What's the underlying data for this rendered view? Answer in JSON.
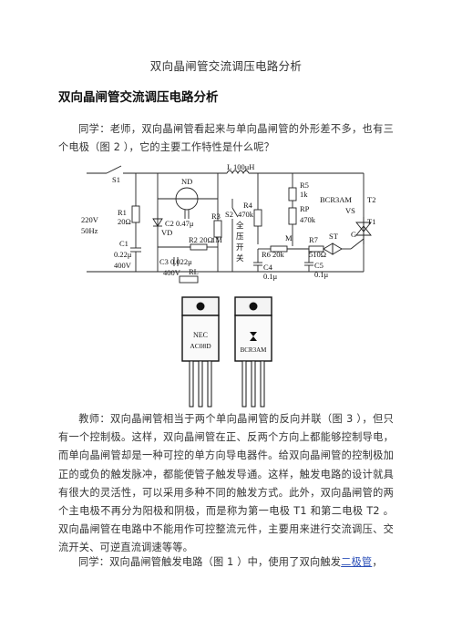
{
  "doc": {
    "title": "双向晶闸管交流调压电路分析",
    "heading": "双向晶闸管交流调压电路分析",
    "paragraph1": "同学：老师，双向晶闸管看起来与单向晶闸管的外形差不多，也有三个电极（图 2 ），它的主要工作特性是什么呢？",
    "paragraph2": "教师：双向晶闸管相当于两个单向晶闸管的反向并联（图 3 ），但只有一个控制极。这样，双向晶闸管在正、反两个方向上都能够控制导电，而单向晶闸管却是一种可控的单方向导电器件。给双向晶闸管的控制极加正的或负的触发脉冲，都能使管子触发导通。这样，触发电路的设计就具有很大的灵活性，可以采用多种不同的触发方式。此外，双向晶闸管的两个主电极不再分为阳极和阴极，而是称为第一电极 T1 和第二电极 T2 。双向晶闸管在电路中不能用作可控整流元件，主要用来进行交流调压、交流开关、可逆直流调速等等。",
    "paragraph3_before_link": "同学：双向晶闸管触发电路（图 1 ）中，使用了双向触发",
    "paragraph3_link": "二极管",
    "paragraph3_after_link": "，"
  },
  "circuit": {
    "labels": {
      "s1": "S1",
      "l": "L  100μH",
      "nd": "ND",
      "r1": "R1",
      "r1v": "20Ω",
      "v220": "220V",
      "hz": "50Hz",
      "c1": "C1",
      "c1v": "0.22μ",
      "c1v2": "400V",
      "c2": "C2  0.47μ",
      "vd": "VD",
      "r2": "R2  20Ω",
      "c3": "C3  0.022μ",
      "c3v": "400V",
      "rl": "RL",
      "r3": "R3",
      "r3v": "1M",
      "s2": "S2",
      "r4": "R4",
      "r4v": "470k",
      "sw1": "全",
      "sw2": "压",
      "sw3": "开",
      "sw4": "关",
      "r5": "R5",
      "r5v": "1k",
      "rp": "RP",
      "rpv": "470k",
      "m": "M",
      "r6": "R6  20k",
      "r7": "R7",
      "r7v": "510Ω",
      "c4": "C4",
      "c4v": "0.1μ",
      "c5": "C5",
      "c5v": "0.1μ",
      "st": "ST",
      "bcr": "BCR3AM",
      "t2": "T2",
      "vs": "VS",
      "t1": "T1",
      "g": "G"
    }
  },
  "packages": {
    "left_label1": "NEC",
    "left_label2": "AC08D",
    "right_label": "BCR3AM"
  }
}
